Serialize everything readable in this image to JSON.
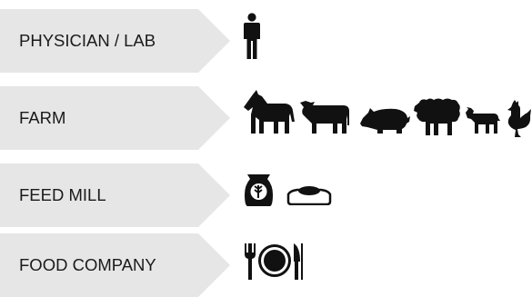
{
  "rows": [
    {
      "label": "PHYSICIAN / LAB",
      "icons": [
        "person-icon"
      ]
    },
    {
      "label": "FARM",
      "icons": [
        "horse-icon",
        "cow-icon",
        "pig-icon",
        "sheep-icon",
        "goat-icon",
        "chicken-icon"
      ]
    },
    {
      "label": "FEED MILL",
      "icons": [
        "feed-bag-icon",
        "feed-bowl-icon"
      ]
    },
    {
      "label": "FOOD COMPANY",
      "icons": [
        "fork-icon",
        "plate-icon",
        "knife-icon"
      ]
    }
  ],
  "colors": {
    "arrow_fill": "#e6e6e6",
    "text": "#1a1a1a",
    "icon": "#111111"
  }
}
